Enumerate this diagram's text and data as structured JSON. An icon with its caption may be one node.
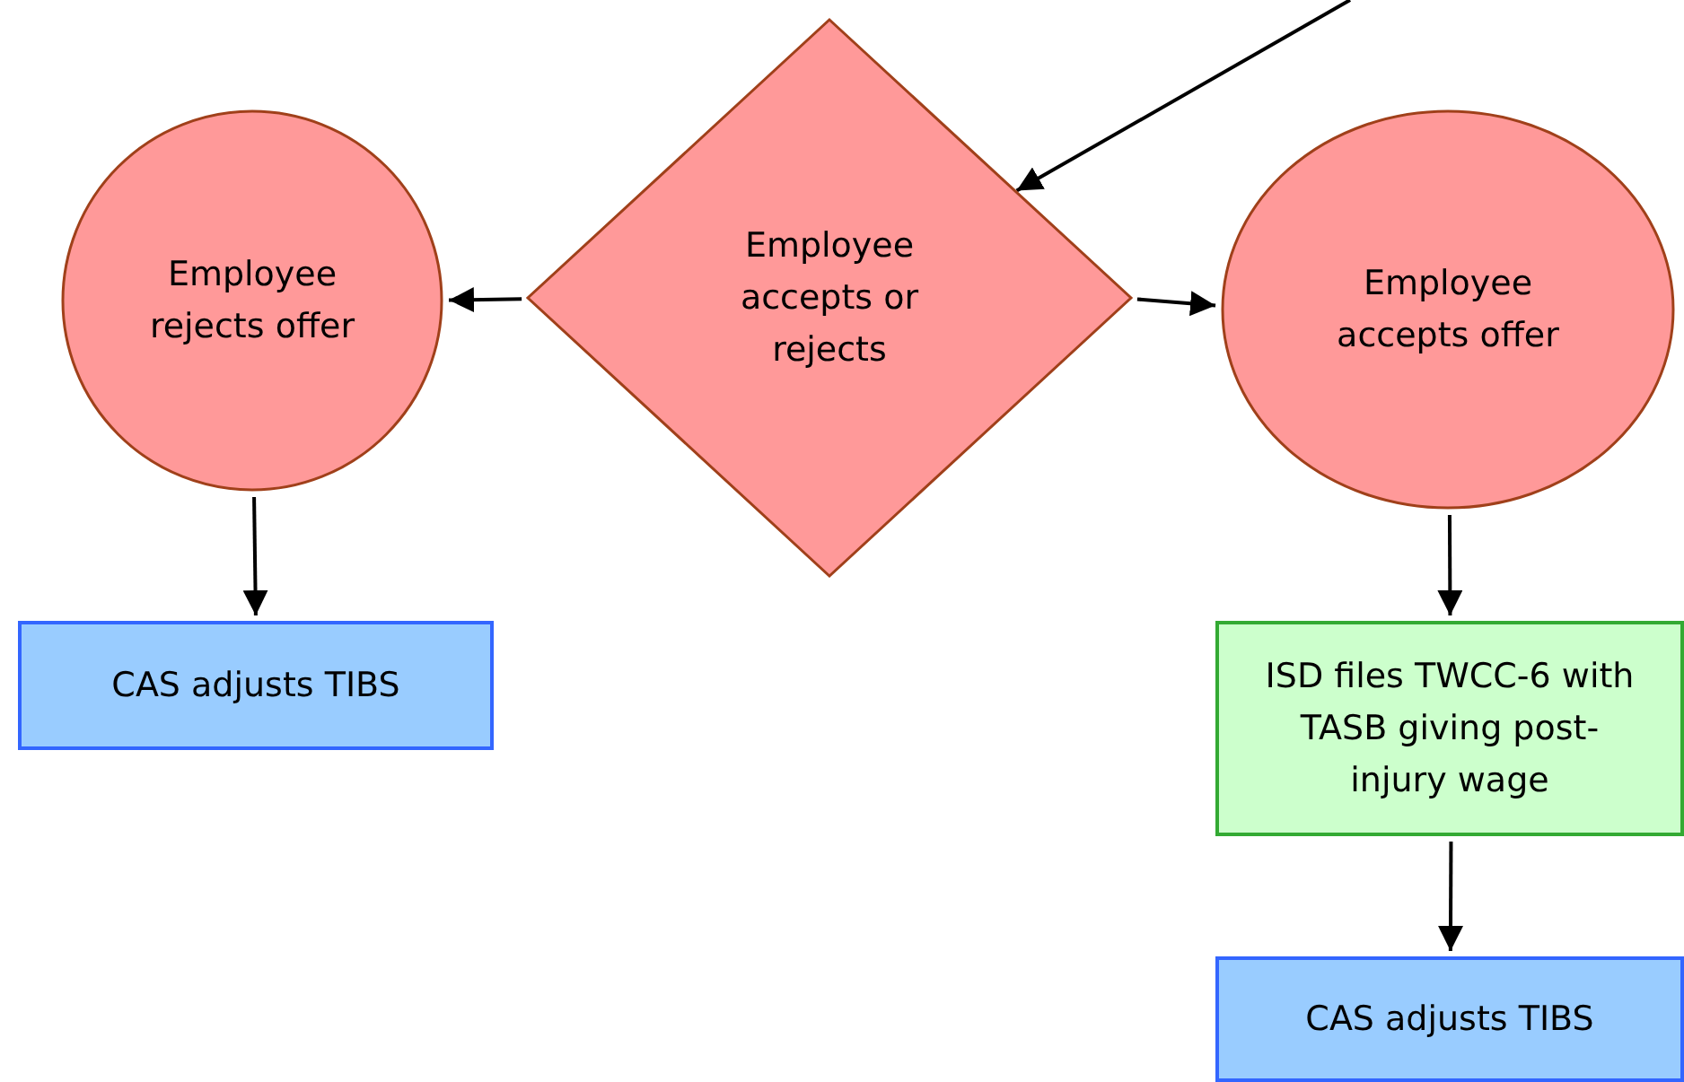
{
  "diagram": {
    "nodes": [
      {
        "text": [
          "Employee accepts or rejects"
        ]
      },
      {
        "text": [
          "Employee rejects offer"
        ]
      },
      {
        "text": [
          "Employee accepts offer"
        ]
      },
      {
        "text": [
          "CAS adjusts TIBS"
        ]
      },
      {
        "text": [
          "ISD files TWCC-6 with TASB giving post-injury wage"
        ]
      },
      {
        "text": [
          "CAS adjusts TIBS"
        ]
      }
    ],
    "edges": [
      {
        "from": null,
        "to": 0,
        "arrow": "to"
      },
      {
        "from": 0,
        "to": 1,
        "arrow": "to"
      },
      {
        "from": 0,
        "to": 2,
        "arrow": "to"
      },
      {
        "from": 1,
        "to": 3,
        "arrow": "to"
      },
      {
        "from": 2,
        "to": 4,
        "arrow": "to"
      },
      {
        "from": 4,
        "to": 5,
        "arrow": "to"
      }
    ]
  }
}
